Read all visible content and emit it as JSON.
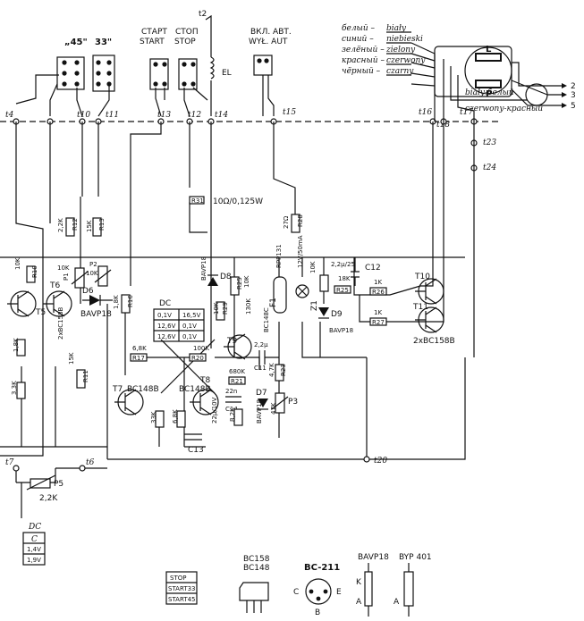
{
  "switches": {
    "s45": "„45\"",
    "s33": "33\"",
    "start_ru": "СТАРТ",
    "start": "START",
    "stop_ru": "СТОП",
    "stop": "STOP",
    "auto_ru": "ВКЛ. АВТ.",
    "auto": "WYŁ. AUT",
    "el": "EL"
  },
  "points": {
    "t2": "t2",
    "t4": "t4",
    "t10": "t10",
    "t11": "t11",
    "t13": "t13",
    "t12": "t12",
    "t14": "t14",
    "t15": "t15",
    "t16": "t16",
    "t17": "t17",
    "t18": "t18",
    "t23": "t23",
    "t24": "t24",
    "t20": "t20",
    "t7": "t7",
    "t6": "t6"
  },
  "legend_colors": [
    {
      "ru": "белый",
      "pl": "biały"
    },
    {
      "ru": "синий",
      "pl": "niebieski"
    },
    {
      "ru": "зелёный",
      "pl": "zielony"
    },
    {
      "ru": "красный",
      "pl": "czerwony"
    },
    {
      "ru": "чёрный",
      "pl": "czarny"
    }
  ],
  "connector": {
    "pins": [
      "2",
      "3",
      "5"
    ],
    "bialy": "biały-белый",
    "czerwony": "czerwony-красный",
    "L": "L",
    "P": "P"
  },
  "components": {
    "r_top": "10Ω/0,125W",
    "r31": "R31",
    "r12": "R12",
    "r12_val": "2,2K",
    "r13": "R13",
    "r13_val": "15K",
    "r28": "R28",
    "r28_val": "27Ω",
    "r10": "R10",
    "r10_val": "10K",
    "p1": "P1",
    "p1_val": "10K",
    "p2": "P2",
    "p2_val": "10K",
    "t5": "T5",
    "t6": "T6",
    "t6_type": "2xBC158B",
    "d6": "D6",
    "d6_type": "BAVP18",
    "r16": "R16",
    "r16_val": "1,8K",
    "d8": "D8",
    "d8_type": "BAVP18",
    "r29": "R29",
    "r29_val": "10K",
    "r25": "R25",
    "r25_val": "10K",
    "t9": "T9",
    "t9_type": "BC148C",
    "r26_val": "130K",
    "f1": "F1",
    "f1_type": "RPP131",
    "c_12v": "12V/50mA",
    "z1": "Z1",
    "d9": "D9",
    "d9_type": "BAVP18",
    "r_10k": "10K",
    "c12": "C12",
    "c12_val": "2,2µ/25",
    "r18k": "18K",
    "r25b": "R25",
    "r1k_a": "1K",
    "r26b": "R26",
    "r1k_b": "1K",
    "r27": "R27",
    "t10": "T10",
    "t11": "T11",
    "t1011_type": "2xBC158B",
    "r17": "R17",
    "r17_val": "6,8K",
    "r20": "R20",
    "r20_val": "100K",
    "t7": "T7",
    "t7_type": "BC148B",
    "t8": "T8",
    "t8_type": "BC148B",
    "r18_val": "33K",
    "r19_val": "6,8K",
    "c13": "C13",
    "c13_val": "22µ/10V",
    "r22_val": "680K",
    "r21": "R21",
    "c14": "C14",
    "c14_val": "22n",
    "d7": "D7",
    "d7_type": "BAVP18",
    "r30_val": "8,2K",
    "c11": "C11",
    "c11_val": "2,2µ",
    "r23": "R23",
    "r23_val": "4,7K",
    "p3": "P3",
    "p3_val": "47K",
    "r8": "R8",
    "r8_val": "1,8K",
    "r9_val": "3,3K",
    "r11": "R11",
    "r11_val": "15K",
    "p5": "P5",
    "p5_val": "2,2K",
    "dc": "DC"
  },
  "voltage_table": {
    "header": "DC",
    "rows": [
      [
        "0,1V",
        "16,5V"
      ],
      [
        "12,6V",
        "0,1V"
      ],
      [
        "12,6V",
        "0,1V"
      ]
    ]
  },
  "voltage_table_left": {
    "header": "DC",
    "sub": "C",
    "rows": [
      "1,4V",
      "1,9V"
    ]
  },
  "bottom_legend": {
    "box_rows": [
      "STOP",
      "START33",
      "START45"
    ],
    "bc158": "BC158",
    "bc148": "BC148",
    "bc211": "BC-211",
    "pin_c": "C",
    "pin_e": "E",
    "pin_b": "B",
    "bavp18": "BAVP18",
    "byp401": "BYP 401",
    "pin_k": "K",
    "pin_a": "A"
  }
}
